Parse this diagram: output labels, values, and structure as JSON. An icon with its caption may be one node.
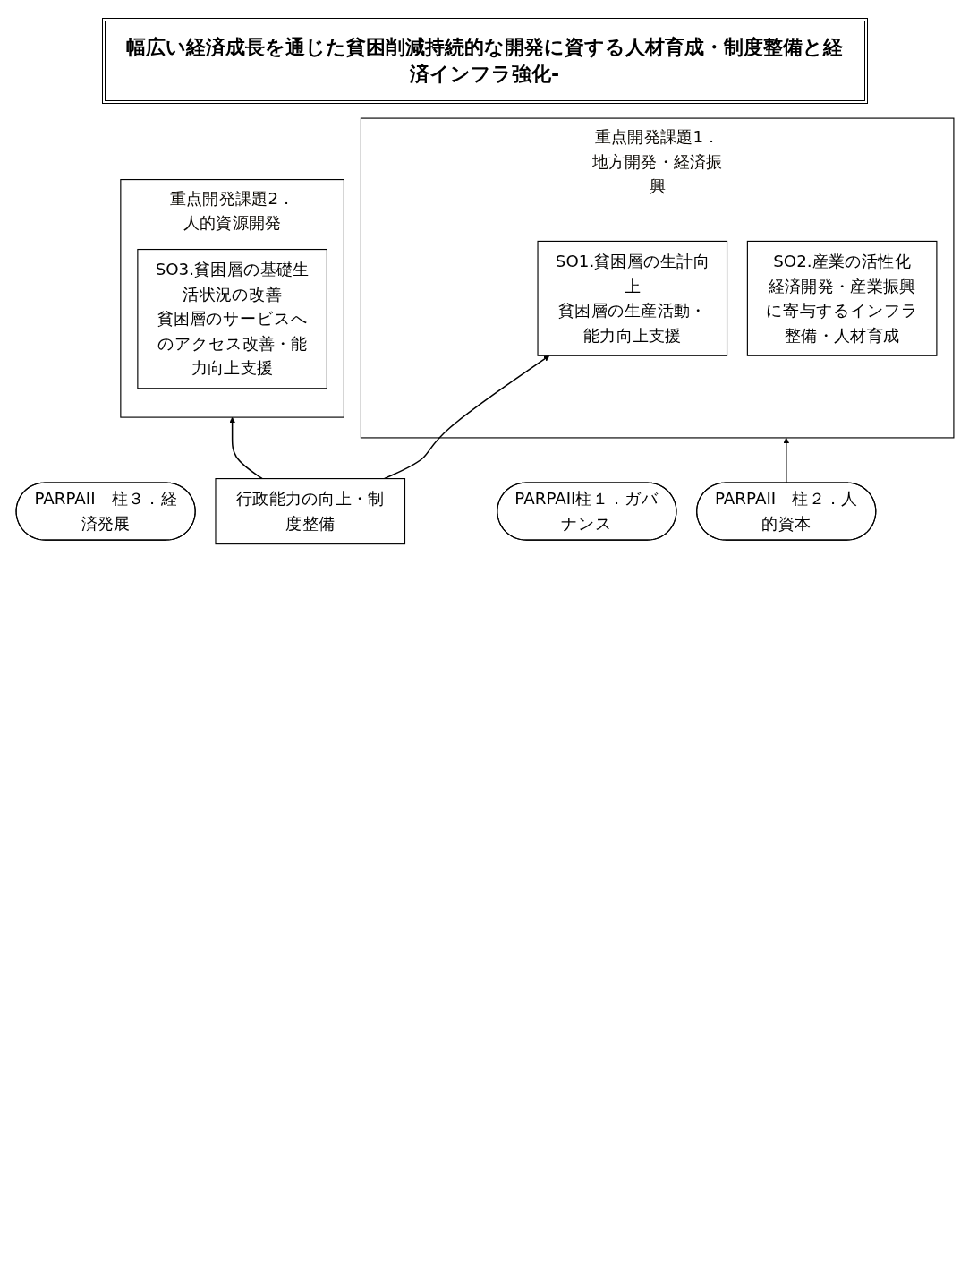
{
  "diagram": {
    "title": "幅広い経済成長を通じた貧困削減持続的な開発に資する人材育成・制度整備と経済インフラ強化-",
    "nodes": [
      {
        "text": [
          "PARPAII　柱３．経済発展"
        ]
      },
      {
        "text": [
          "重点開発課題1．地方開発・経済振興"
        ]
      },
      {
        "text": [
          "SO1.貧困層の生計向上",
          "貧困層の生産活動・能力向上支援"
        ],
        "in": 1
      },
      {
        "text": [
          "SO2.産業の活性化",
          "経済開発・産業振興に寄与するインフラ整備・人材育成"
        ],
        "in": 1
      },
      {
        "text": [
          "PARPAII　柱２．人的資本"
        ]
      },
      {
        "text": [
          "重点開発課題2．人的資源開発"
        ]
      },
      {
        "text": [
          "SO3.貧困層の基礎生活状況の改善",
          "貧困層のサービスへのアクセス改善・能力向上支援"
        ],
        "in": 5
      },
      {
        "text": [
          "PARPAII柱１．ガバナンス"
        ]
      },
      {
        "text": [
          "行政能力の向上・制度整備"
        ]
      }
    ],
    "edges": [
      {
        "from": 8,
        "to": 2,
        "arrow": "to"
      },
      {
        "from": 4,
        "to": 1,
        "arrow": "to"
      },
      {
        "from": 8,
        "to": 5,
        "arrow": "to"
      }
    ]
  }
}
